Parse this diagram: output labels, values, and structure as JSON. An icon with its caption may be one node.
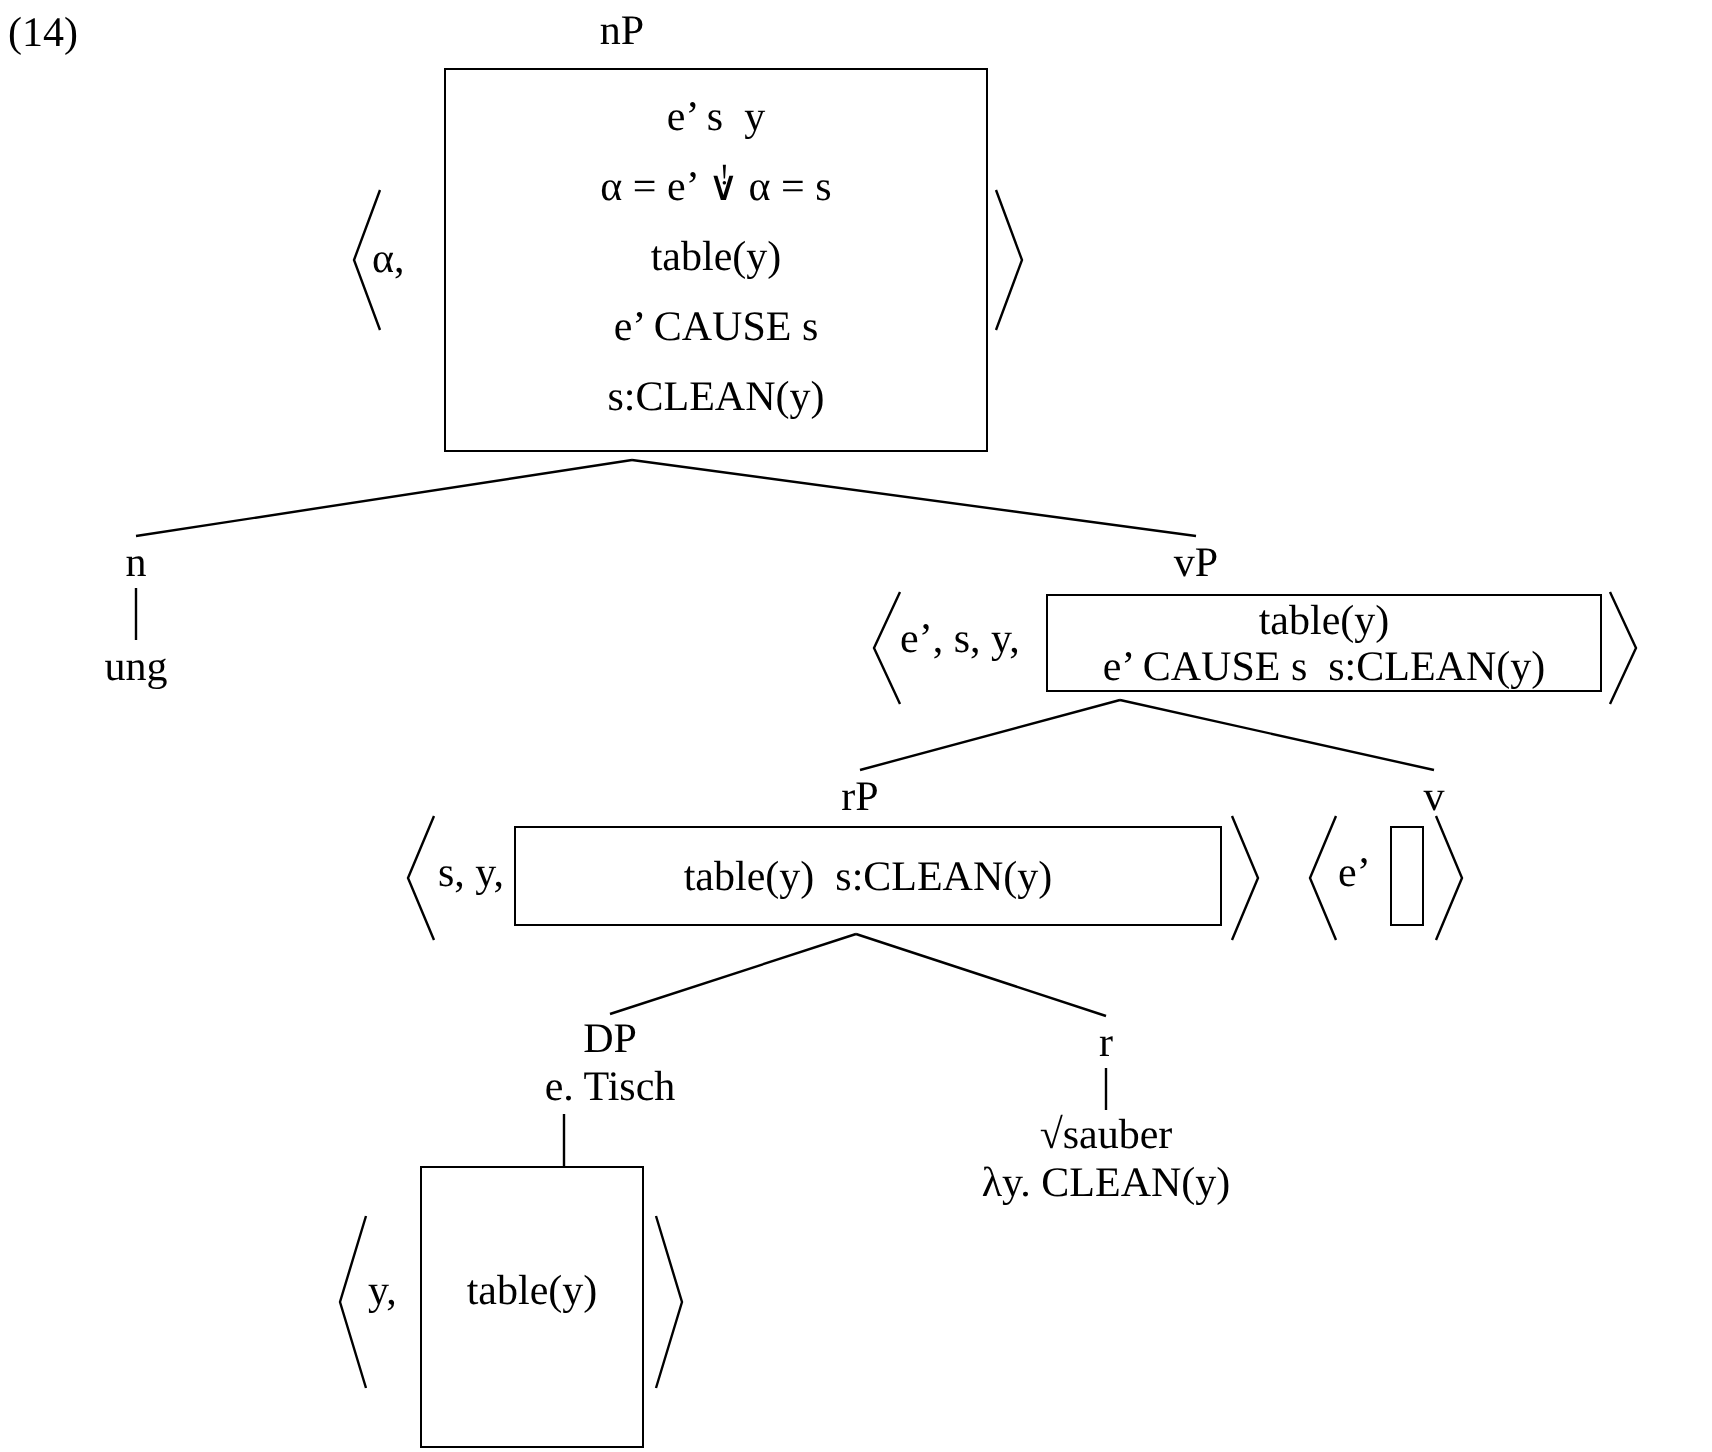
{
  "diagram": {
    "nodes": [
      {
        "text": [
          "nP"
        ]
      },
      {
        "text": [
          "e’ s  y",
          "α = e’ $^{!}$∨ α = s",
          "table(y)",
          "e’ CAUSE s",
          "s:CLEAN(y)"
        ],
        "beside": [
          "α,"
        ]
      },
      {
        "text": [
          "n"
        ]
      },
      {
        "text": [
          "ung"
        ]
      },
      {
        "text": [
          "vP"
        ]
      },
      {
        "text": [
          "table(y)",
          "e’ CAUSE s  s:CLEAN(y)"
        ],
        "beside": [
          "e’, s, y,"
        ]
      },
      {
        "text": [
          "rP"
        ]
      },
      {
        "text": [
          "table(y)  s:CLEAN(y)"
        ],
        "beside": [
          "s, y,"
        ]
      },
      {
        "text": [
          "v"
        ]
      },
      {
        "text": [],
        "shape": "box",
        "beside": [
          "e’"
        ]
      },
      {
        "text": [
          "DP",
          "e. Tisch"
        ]
      },
      {
        "text": [
          "table(y)"
        ],
        "beside": [
          "y,"
        ]
      },
      {
        "text": [
          "r"
        ]
      },
      {
        "text": [
          "√sauber",
          "λy. CLEAN(y)"
        ]
      }
    ],
    "edges": [
      {
        "from": 1,
        "to": 2,
        "arrow": "none"
      },
      {
        "from": 1,
        "to": 4,
        "arrow": "none"
      },
      {
        "from": 2,
        "to": 3,
        "arrow": "none"
      },
      {
        "from": 5,
        "to": 6,
        "arrow": "none"
      },
      {
        "from": 5,
        "to": 8,
        "arrow": "none"
      },
      {
        "from": 7,
        "to": 10,
        "arrow": "none"
      },
      {
        "from": 7,
        "to": 12,
        "arrow": "none"
      },
      {
        "from": 10,
        "to": 11,
        "arrow": "none"
      },
      {
        "from": 12,
        "to": 13,
        "arrow": "none"
      }
    ],
    "labels": [
      "(14)"
    ]
  }
}
